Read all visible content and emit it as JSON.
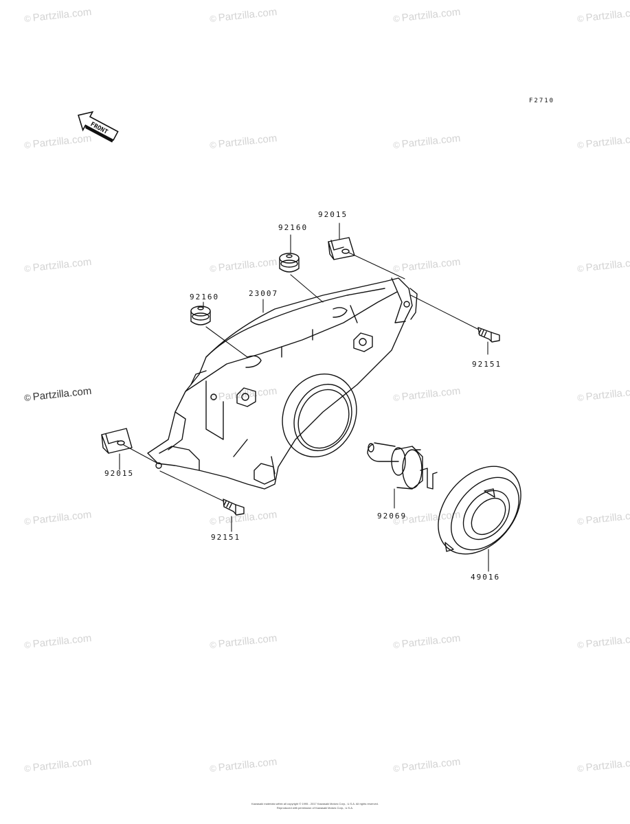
{
  "diagram": {
    "code": "F2710",
    "front_label": "FRONT",
    "watermark_text": "Partzilla.com",
    "watermark_symbol": "©",
    "parts": [
      {
        "id": "p1",
        "number": "92015"
      },
      {
        "id": "p2",
        "number": "92160"
      },
      {
        "id": "p3",
        "number": "92160"
      },
      {
        "id": "p4",
        "number": "23007"
      },
      {
        "id": "p5",
        "number": "92151"
      },
      {
        "id": "p6",
        "number": "92015"
      },
      {
        "id": "p7",
        "number": "92151"
      },
      {
        "id": "p8",
        "number": "92069"
      },
      {
        "id": "p9",
        "number": "49016"
      }
    ],
    "footer_line1": "Kawasaki materials within all copyright © 1995 - 2017 Kawasaki Motors Corp., U.S.A. All rights reserved.",
    "footer_line2": "Reproduced with permission of Kawasaki Motors Corp., U.S.A."
  }
}
